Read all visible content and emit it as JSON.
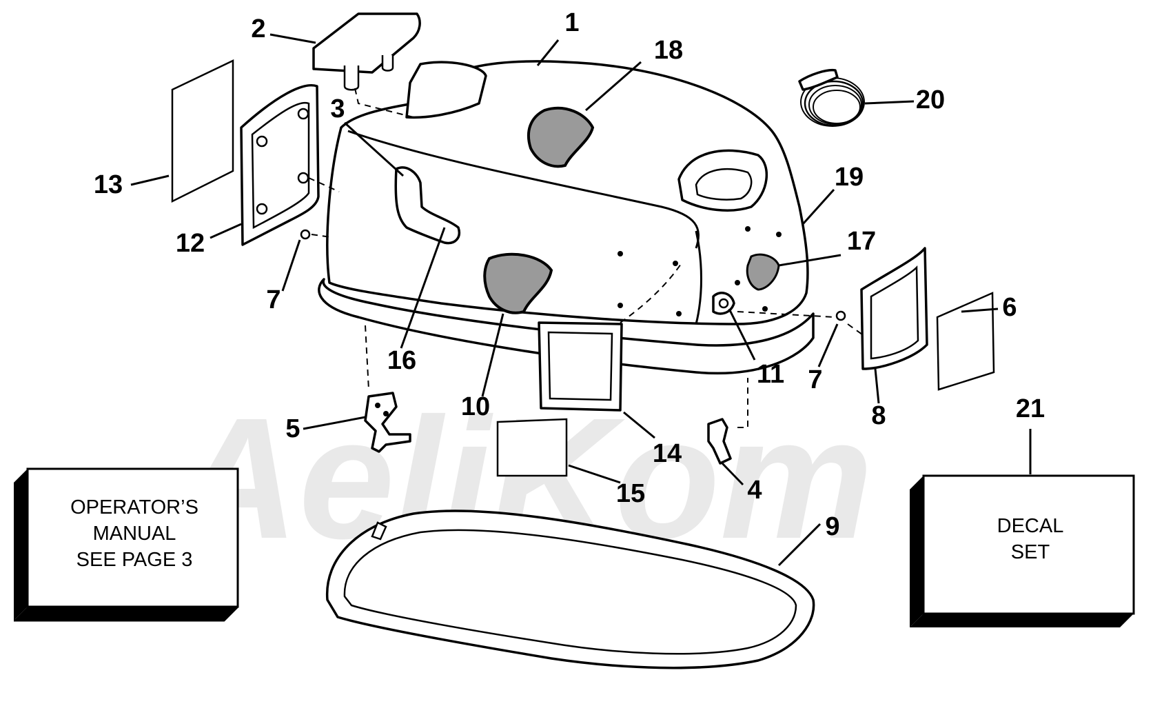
{
  "diagram": {
    "part_numbers": [
      "1",
      "2",
      "3",
      "4",
      "5",
      "6",
      "7",
      "7",
      "8",
      "9",
      "10",
      "11",
      "12",
      "13",
      "14",
      "15",
      "16",
      "17",
      "18",
      "19",
      "20",
      "21"
    ],
    "operators_box": {
      "lines": [
        "OPERATOR’S",
        "MANUAL",
        "SEE PAGE 3"
      ]
    },
    "decal_box": {
      "lines": [
        "DECAL",
        "SET"
      ]
    },
    "watermark_text": "AeliKom"
  }
}
